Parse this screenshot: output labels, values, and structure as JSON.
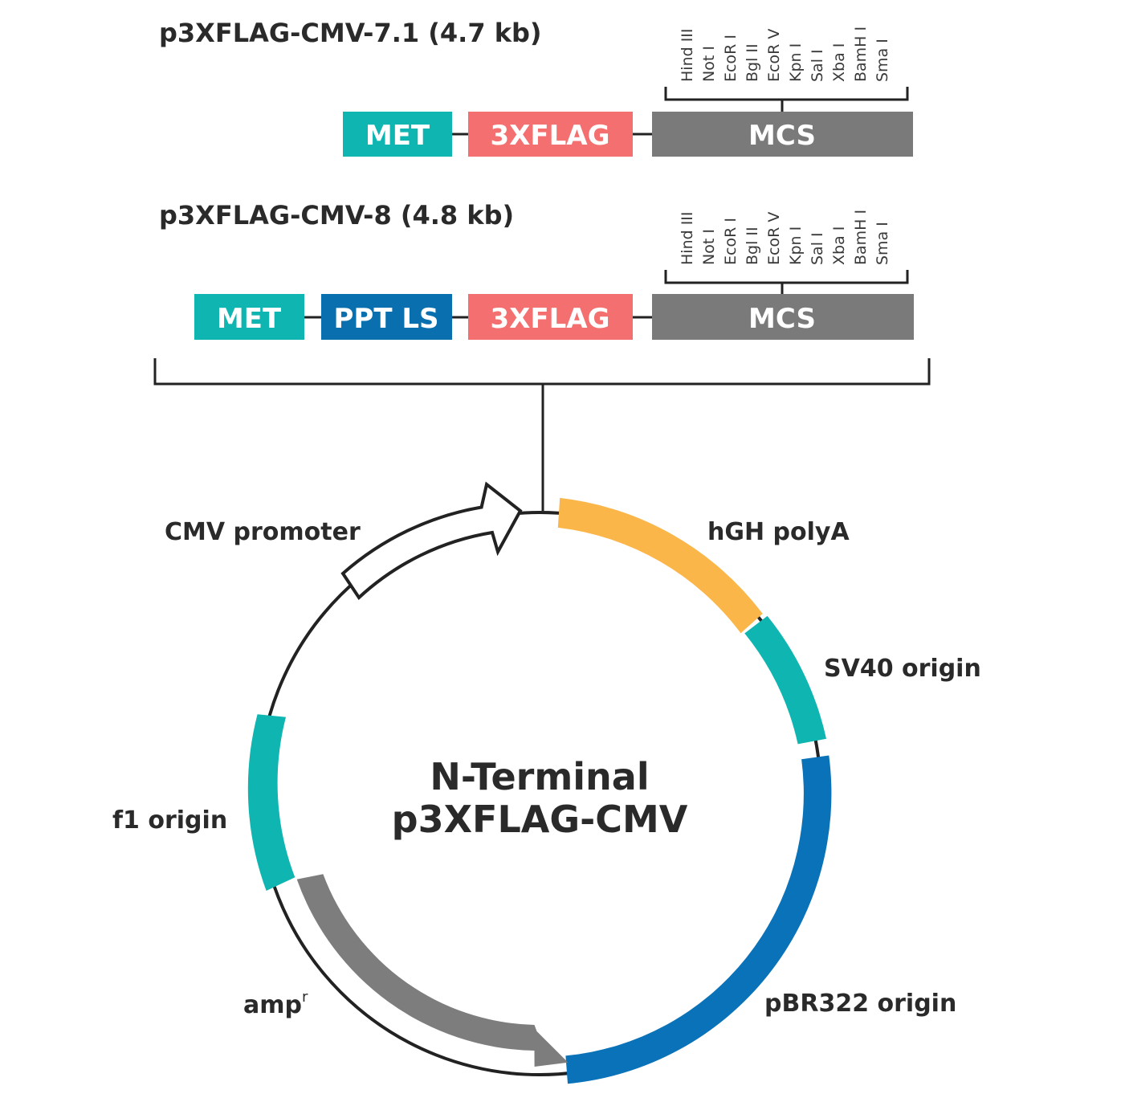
{
  "colors": {
    "MET": "#0fb5b0",
    "PPT LS": "#0a6fae",
    "3XFLAG": "#f46f6f",
    "MCS": "#7a7a7a",
    "hGH polyA": "#fbb64a",
    "SV40 origin": "#0fb5b0",
    "pBR322 origin": "#0a72b8",
    "amp": "#7d7d7d",
    "f1 origin": "#0fb5b0"
  },
  "vectors": [
    {
      "title": "p3XFLAG-CMV-7.1 (4.7 kb)",
      "features": [
        "MET",
        "3XFLAG",
        "MCS"
      ],
      "sites": [
        "Hind III",
        "Not I",
        "EcoR I",
        "Bgl II",
        "EcoR V",
        "Kpn I",
        "Sal I",
        "Xba I",
        "BamH I",
        "Sma I"
      ]
    },
    {
      "title": "p3XFLAG-CMV-8 (4.8 kb)",
      "features": [
        "MET",
        "PPT LS",
        "3XFLAG",
        "MCS"
      ],
      "sites": [
        "Hind III",
        "Not I",
        "EcoR I",
        "Bgl II",
        "EcoR V",
        "Kpn I",
        "Sal I",
        "Xba I",
        "BamH I",
        "Sma I"
      ]
    }
  ],
  "plasmid": {
    "name_line1": "N-Terminal",
    "name_line2": "p3XFLAG-CMV",
    "labels": {
      "cmv": "CMV promoter",
      "hgh": "hGH polyA",
      "sv40": "SV40 origin",
      "f1": "f1 origin",
      "amp": "amp",
      "amp_sup": "r",
      "pbr": "pBR322 origin"
    }
  }
}
